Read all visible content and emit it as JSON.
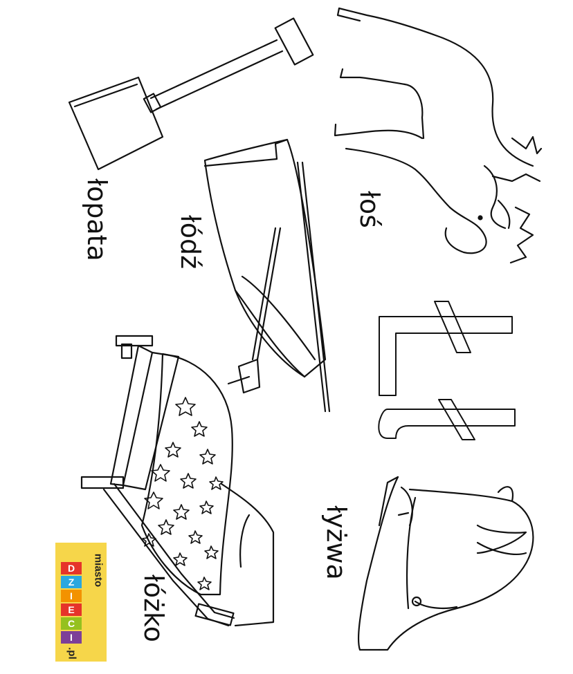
{
  "words": {
    "los": "łoś",
    "lopata": "łopata",
    "lodz": "łódź",
    "lyzwa": "łyżwa",
    "lozko": "łóżko"
  },
  "pictures": {
    "elk": "elk-drawing",
    "shovel": "shovel-drawing",
    "boat": "boat-drawing",
    "skate": "ice-skate-drawing",
    "bed": "bed-drawing"
  },
  "letters": {
    "uppercase": "Ł",
    "lowercase": "ł"
  },
  "logo": {
    "top": "miasto",
    "letters": [
      "D",
      "Z",
      "I",
      "E",
      "C",
      "I"
    ],
    "suffix": ".pl",
    "letter_colors": [
      "#e6332a",
      "#2aa7df",
      "#f39200",
      "#e6332a",
      "#95c11f",
      "#7d3f98"
    ],
    "background": "#f6d64a"
  },
  "colors": {
    "line": "#111111",
    "paper": "#ffffff"
  }
}
